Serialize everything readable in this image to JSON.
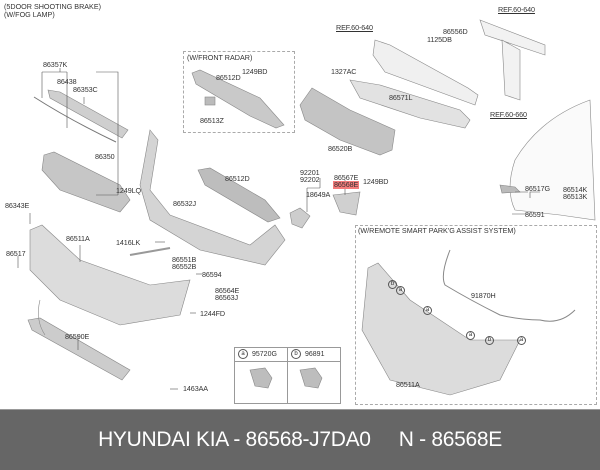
{
  "diagram": {
    "notes": {
      "body_type": "(5DOOR SHOOTING BRAKE)",
      "option": "(W/FOG LAMP)",
      "front_radar": "(W/FRONT RADAR)",
      "parking_assist": "(W/REMOTE SMART PARK'G ASSIST SYSTEM)"
    },
    "refs": [
      "REF.60-640",
      "REF.60-640",
      "REF.60-660"
    ],
    "part_labels": {
      "p86357K": "86357K",
      "p86438": "86438",
      "p86353C": "86353C",
      "p86512D_radar": "86512D",
      "p1249BD_radar": "1249BD",
      "p86513Z": "86513Z",
      "p1327AC": "1327AC",
      "p86571L": "86571L",
      "p86520B": "86520B",
      "p86556D": "86556D",
      "p1125DB": "1125DB",
      "p86350": "86350",
      "p1249LQ": "1249LQ",
      "p86512D": "86512D",
      "p86532J": "86532J",
      "p92201": "92201",
      "p92202": "92202",
      "p18649A": "18649A",
      "p86567E": "86567E",
      "p86568E": "86568E",
      "p1249BD": "1249BD",
      "p86517G": "86517G",
      "p86514K": "86514K",
      "p86513K": "86513K",
      "p86591": "86591",
      "p86343E": "86343E",
      "p86511A": "86511A",
      "p86517": "86517",
      "p1416LK": "1416LK",
      "p86551B": "86551B",
      "p86552B": "86552B",
      "p86594": "86594",
      "p86564E": "86564E",
      "p86563J": "86563J",
      "p1244FD": "1244FD",
      "p86590E": "86590E",
      "p1463AA": "1463AA",
      "p91870H": "91870H",
      "p86511A_pas": "86511A"
    },
    "highlighted_part": "86568E",
    "highlight_color": "#f47b7b",
    "legend": [
      {
        "mark": "a",
        "part": "95720G"
      },
      {
        "mark": "b",
        "part": "96891"
      }
    ],
    "callouts": [
      "b",
      "a",
      "a",
      "a",
      "b",
      "a"
    ]
  },
  "footer": {
    "brand_part": "HYUNDAI KIA - 86568-J7DA0",
    "short_part": "N - 86568E",
    "background": "#666666"
  }
}
